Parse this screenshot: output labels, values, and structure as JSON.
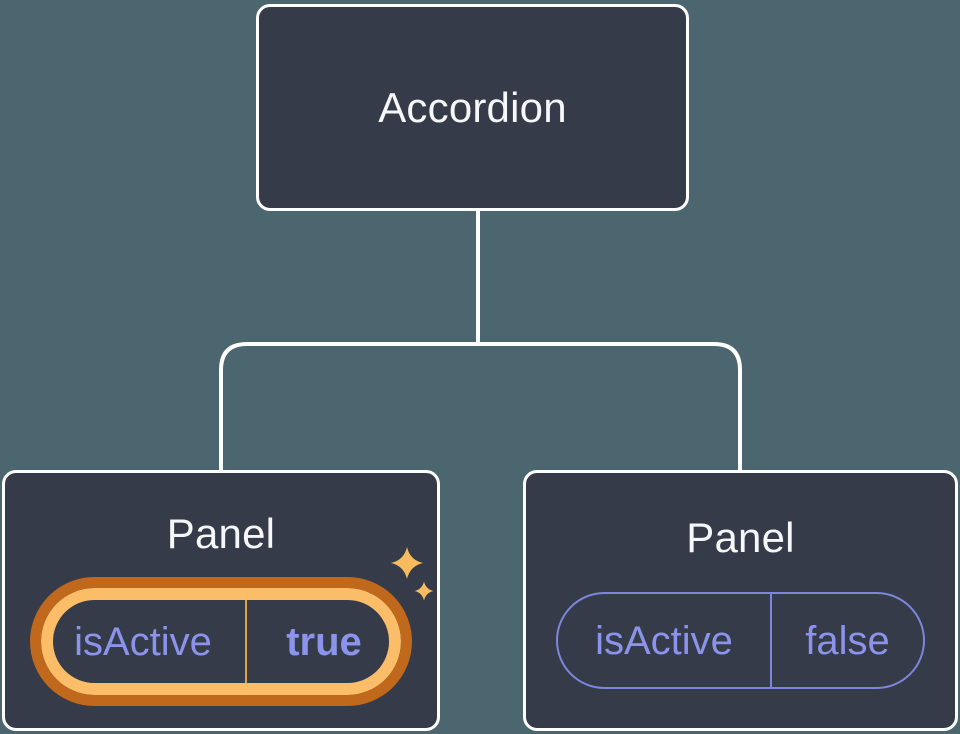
{
  "diagram": {
    "root": {
      "label": "Accordion"
    },
    "panels": [
      {
        "label": "Panel",
        "prop_name": "isActive",
        "prop_value": "true",
        "highlighted": true
      },
      {
        "label": "Panel",
        "prop_name": "isActive",
        "prop_value": "false",
        "highlighted": false
      }
    ]
  },
  "icons": {
    "sparkles": "sparkles-icon"
  },
  "colors": {
    "background": "#4b666f",
    "node_fill": "#353b48",
    "node_border": "#ffffff",
    "connector": "#ffffff",
    "title_text": "#f6f7f9",
    "prop_text": "#8b93ea",
    "prop_border": "#7d86dc",
    "highlight_dark_orange": "#c0681c",
    "highlight_gold": "#fbbd67",
    "divider_gold": "#e3a13f",
    "sparkle_gold": "#f8bc5f"
  }
}
